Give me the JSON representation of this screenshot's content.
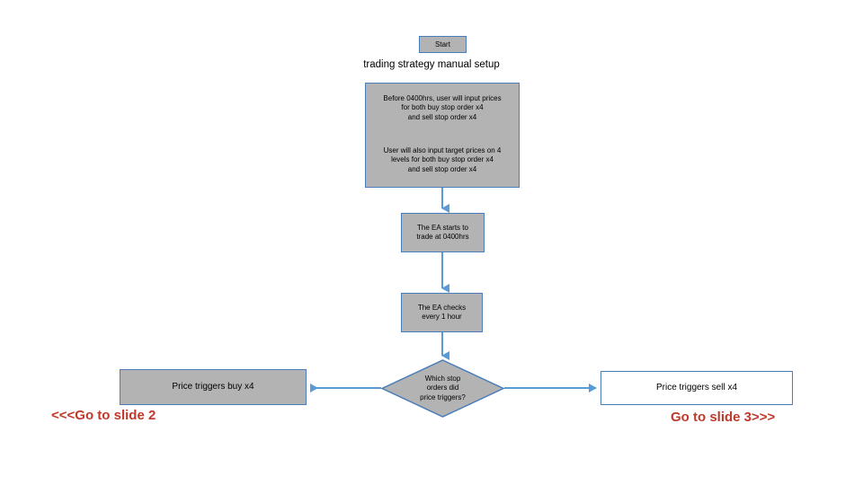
{
  "diagram": {
    "title": "trading strategy manual setup",
    "nodes": {
      "start": "Start",
      "setup_para1": "Before 0400hrs, user will input prices\nfor both buy stop order x4\nand sell stop order x4",
      "setup_para2": "User will also input target prices on 4\nlevels for both buy stop order x4\nand sell stop order x4",
      "ea_start": "The EA starts to\ntrade at 0400hrs",
      "ea_check": "The EA checks\nevery 1 hour",
      "decision": "Which stop\norders did\nprice triggers?",
      "buy": "Price triggers buy x4",
      "sell": "Price triggers sell x4"
    },
    "links": {
      "slide2": "<<<Go to slide 2",
      "slide3": "Go to slide 3>>>"
    },
    "colors": {
      "box_fill": "#b3b3b3",
      "box_stroke": "#4a7ebb",
      "arrow": "#5b9bd5",
      "link_text": "#c0392b",
      "text": "#000000"
    }
  }
}
